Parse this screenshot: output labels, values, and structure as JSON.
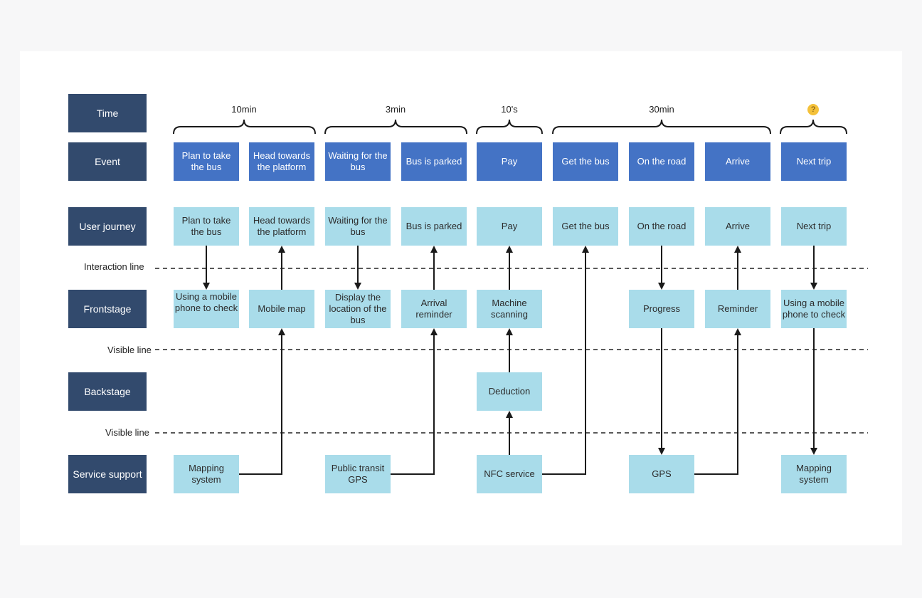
{
  "rows": {
    "time": "Time",
    "event": "Event",
    "user_journey": "User journey",
    "frontstage": "Frontstage",
    "backstage": "Backstage",
    "service_support": "Service support"
  },
  "lines": {
    "interaction": "Interaction line",
    "visible_1": "Visible line",
    "visible_2": "Visible line"
  },
  "time_groups": [
    "10min",
    "3min",
    "10's",
    "30min"
  ],
  "time_emoji_icon": "thinking-face-emoji",
  "events": [
    "Plan to take the bus",
    "Head towards the platform",
    "Waiting for the bus",
    "Bus is parked",
    "Pay",
    "Get the bus",
    "On the road",
    "Arrive",
    "Next trip"
  ],
  "user_journey": [
    "Plan to take the bus",
    "Head towards the platform",
    "Waiting for the bus",
    "Bus is parked",
    "Pay",
    "Get the bus",
    "On the road",
    "Arrive",
    "Next trip"
  ],
  "frontstage": {
    "c1": "Using a mobile phone to check",
    "c2": "Mobile map",
    "c3": "Display the location of the bus",
    "c4": "Arrival reminder",
    "c5": "Machine scanning",
    "c7": "Progress",
    "c8": "Reminder",
    "c9": "Using a mobile phone to check"
  },
  "backstage": {
    "c5": "Deduction"
  },
  "service_support": {
    "c1": "Mapping system",
    "c3": "Public transit GPS",
    "c5": "NFC service",
    "c7": "GPS",
    "c9": "Mapping system"
  },
  "colors": {
    "row_label": "#324a6d",
    "event": "#4473c5",
    "light": "#a9dcea",
    "arrow": "#1a1a1a"
  }
}
